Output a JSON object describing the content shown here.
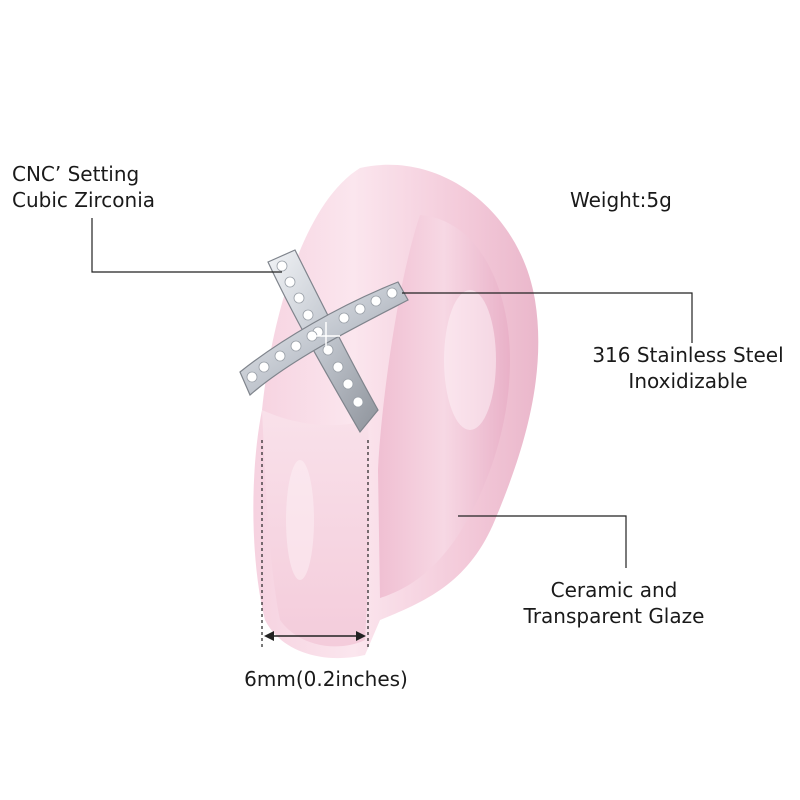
{
  "callouts": {
    "zirconia": {
      "line1": "CNC’  Setting",
      "line2": "Cubic Zirconia"
    },
    "weight": "Weight:5g",
    "steel": {
      "line1": "316 Stainless Steel",
      "line2": "Inoxidizable"
    },
    "ceramic": {
      "line1": "Ceramic and",
      "line2": "Transparent Glaze"
    },
    "width": "6mm(0.2inches)"
  },
  "colors": {
    "ceramic_light": "#f8dce7",
    "ceramic_mid": "#f1c4d6",
    "ceramic_dark": "#e2a7c0",
    "metal": "#cfd3d9",
    "metal_dark": "#8c9098",
    "line": "#222222"
  }
}
